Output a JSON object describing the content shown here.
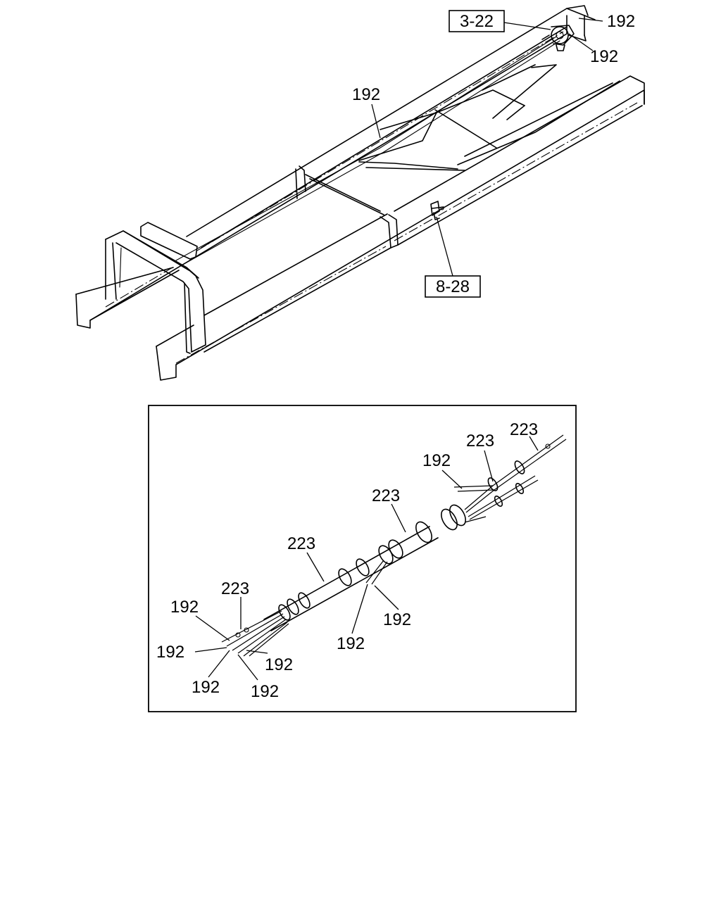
{
  "callouts": {
    "ref_3_22": "3-22",
    "ref_8_28": "8-28",
    "top_192_a": "192",
    "top_192_b": "192",
    "top_192_c": "192",
    "d_223_a": "223",
    "d_223_b": "223",
    "d_223_c": "223",
    "d_223_d": "223",
    "d_223_e": "223",
    "d_192_a": "192",
    "d_192_b": "192",
    "d_192_c": "192",
    "d_192_d": "192",
    "d_192_e": "192",
    "d_192_f": "192",
    "d_192_g": "192",
    "d_192_h": "192"
  }
}
